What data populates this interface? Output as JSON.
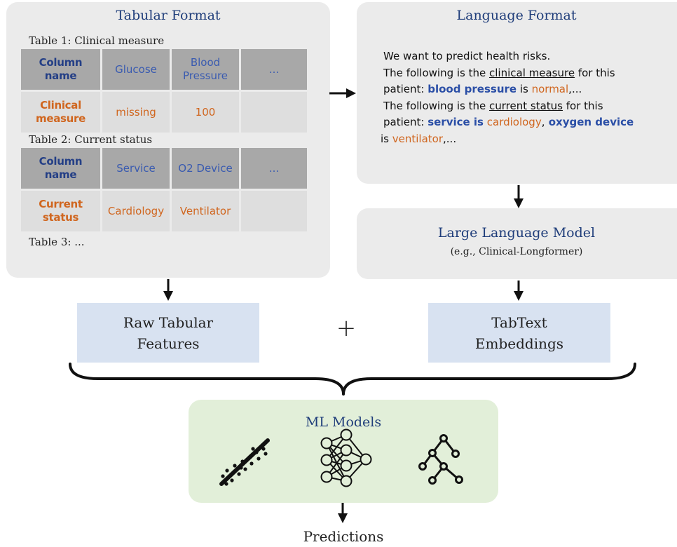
{
  "tabular": {
    "title": "Tabular Format",
    "table1_caption": "Table 1: Clinical measure",
    "table1": {
      "header_label_1": "Column",
      "header_label_2": "name",
      "cols": [
        [
          "Glucose"
        ],
        [
          "Blood",
          "Pressure"
        ],
        [
          "..."
        ]
      ],
      "row_label_1": "Clinical",
      "row_label_2": "measure",
      "row_values": [
        "missing",
        "100",
        ""
      ]
    },
    "table2_caption": "Table 2: Current status",
    "table2": {
      "header_label_1": "Column",
      "header_label_2": "name",
      "cols": [
        [
          "Service"
        ],
        [
          "O2 Device"
        ],
        [
          "..."
        ]
      ],
      "row_label_1": "Current",
      "row_label_2": "status",
      "row_values": [
        "Cardiology",
        "Ventilator",
        ""
      ]
    },
    "table3_caption": "Table 3: ..."
  },
  "language": {
    "title": "Language Format",
    "line1": "We want to predict health risks.",
    "p1_prefix": "The following is the ",
    "p1_underlined": "clinical measure",
    "p1_suffix": " for this patient: ",
    "p1_key": "blood pressure",
    "p1_is": " is ",
    "p1_value": "normal",
    "p1_end": ",...",
    "p2_prefix": "The following is the ",
    "p2_underlined": "current status",
    "p2_suffix": " for this patient: ",
    "p2_key1": "service is",
    "p2_value1": " cardiology",
    "p2_comma": ",",
    "p2_key2": " oxygen device",
    "p2_is": " is ",
    "p2_value2": "ventilator",
    "p2_end": ",..."
  },
  "llm": {
    "title": "Large Language Model",
    "subtitle": "(e.g., Clinical-Longformer)"
  },
  "raw_features": {
    "line1": "Raw Tabular",
    "line2": "Features"
  },
  "plus_symbol": "+",
  "tabtext": {
    "line1": "TabText",
    "line2": "Embeddings"
  },
  "ml": {
    "title": "ML Models",
    "icons": [
      "linear-regression-icon",
      "neural-network-icon",
      "decision-tree-icon"
    ]
  },
  "output": {
    "label": "Predictions"
  },
  "colors": {
    "panel_gray": "#ebebeb",
    "header_gray": "#a8a8a8",
    "row_gray": "#dedede",
    "feature_box_blue": "#d8e2f1",
    "ml_box_green": "#e2efd9",
    "title_navy": "#1f3d7a",
    "key_blue": "#2a4ea6",
    "value_orange": "#d0661f"
  }
}
